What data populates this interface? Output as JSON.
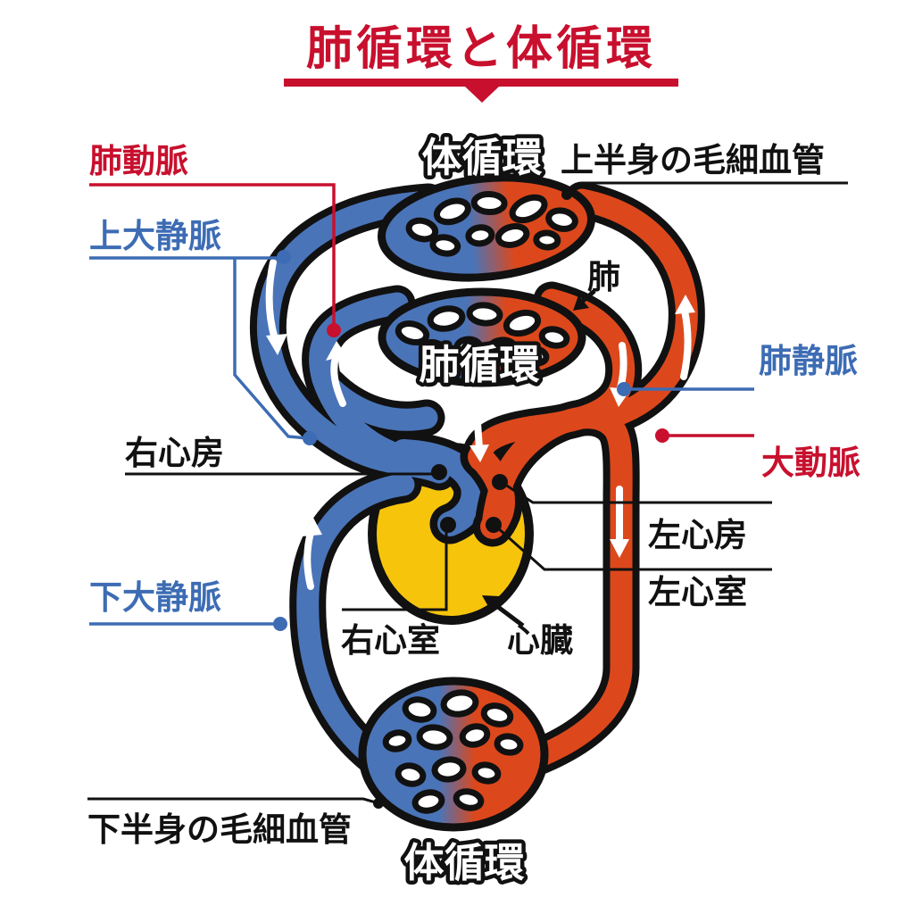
{
  "title": {
    "text": "肺循環と体循環"
  },
  "labels": {
    "pulmonary_artery": "肺動脈",
    "superior_vena_cava": "上大静脈",
    "systemic_circulation_top": "体循環",
    "upper_body_capillaries": "上半身の毛細血管",
    "lung": "肺",
    "pulmonary_circulation": "肺循環",
    "pulmonary_vein": "肺静脈",
    "aorta": "大動脈",
    "right_atrium": "右心房",
    "left_atrium": "左心房",
    "left_ventricle": "左心室",
    "inferior_vena_cava": "下大静脈",
    "right_ventricle": "右心室",
    "heart": "心臓",
    "lower_body_capillaries": "下半身の毛細血管",
    "systemic_circulation_bottom": "体循環"
  },
  "colors": {
    "label_red": "#C8102E",
    "label_blue": "#3D6CB4",
    "vessel_red": "#DC481C",
    "vessel_blue": "#4A74B8",
    "heart_yellow": "#F6C50B",
    "outline_black": "#111111",
    "background": "#FFFFFF"
  }
}
